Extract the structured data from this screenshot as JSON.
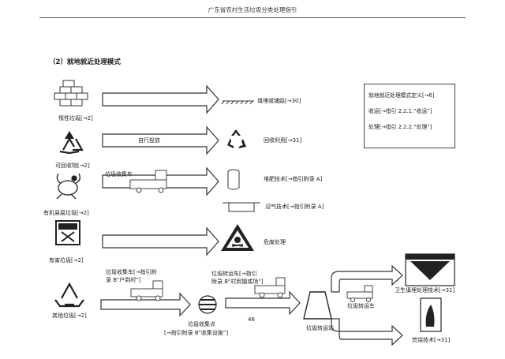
{
  "header": {
    "title": "广东省农村生活垃圾分类处理指引"
  },
  "section_title": "（2）就地就近处理模式",
  "rows": {
    "inert": {
      "label": "惰性垃圾[→2]",
      "result": "填埋或铺路[→30]"
    },
    "recyclable": {
      "label": "可回收物[→2]",
      "arrow_text": "自行投放",
      "result": "回收利用[→31]"
    },
    "organic": {
      "label": "有机易腐垃圾[→2]",
      "truck_label": "垃圾收集车",
      "result_compost": "堆肥技术[→指引附录 A]",
      "result_biogas": "沼气技术[→指引附录 A]"
    },
    "hazardous": {
      "label": "有害垃圾[→2]",
      "result": "危废处理"
    },
    "other": {
      "label": "其他垃圾[→2]",
      "collect_truck_line1": "垃圾收集车[→指引附",
      "collect_truck_line2": "录 B“户到村”]",
      "collection_point_line1": "垃圾收集点",
      "collection_point_line2": "[→指引附录 B“收集设施”]",
      "transfer_truck_line1": "垃圾转运车[→指引",
      "transfer_truck_line2": "附录 B“村到镇或场”]",
      "transfer_station": "垃圾转运站",
      "transfer_truck_short": "垃圾转运车",
      "landfill": "卫生填埋处理技术[→31]",
      "incineration": "焚烧技术[→31]"
    }
  },
  "definition_box": {
    "line1": "就地就近处理模式定义[→6]",
    "line2": "收运[→指引 2.2.1.“收运”]",
    "line3": "处理[→指引 2.2.2.“处理”]"
  },
  "page_number": "46"
}
